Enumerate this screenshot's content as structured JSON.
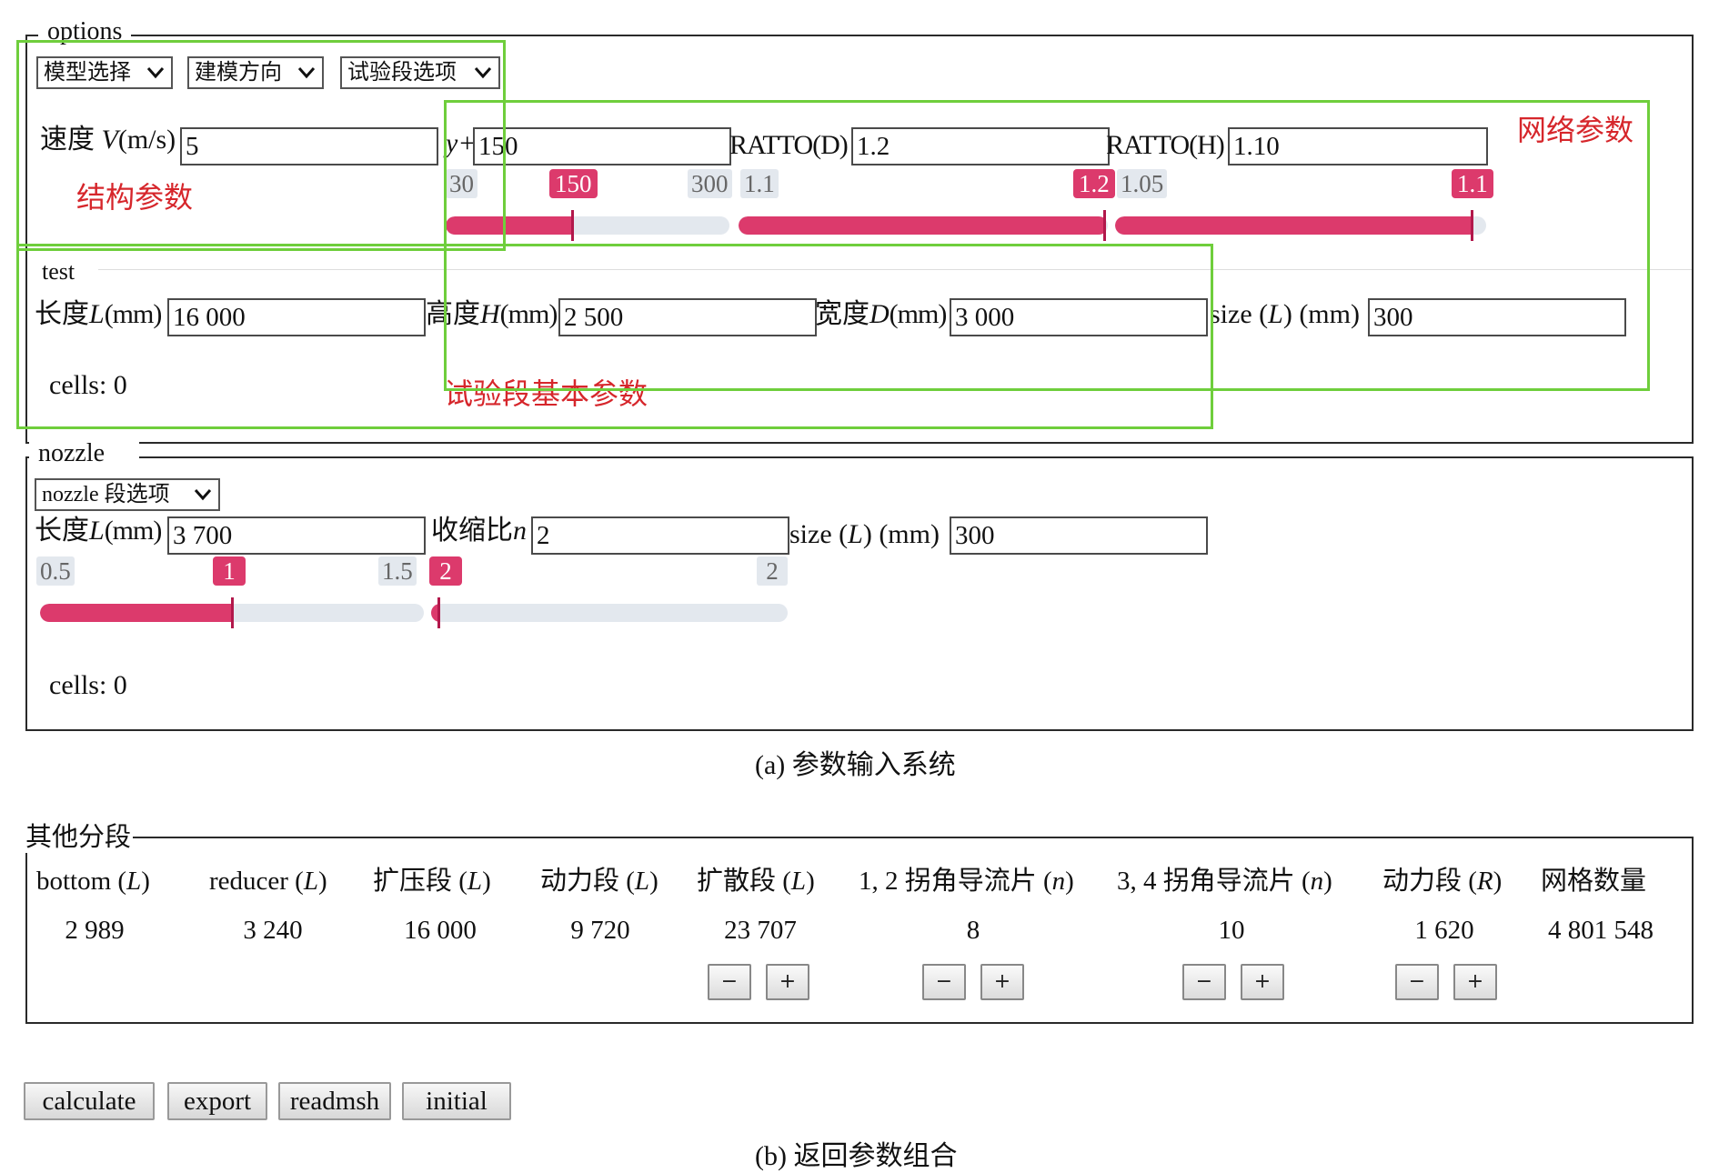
{
  "options": {
    "legend": "options",
    "selects": [
      "模型选择",
      "建模方向",
      "试验段选项"
    ],
    "speed_label": "速度",
    "speed_var": "V",
    "speed_unit": "(m/s)",
    "speed_value": "5",
    "yplus_label": "y+",
    "yplus_value": "150",
    "ratto_d_label": "RATTO(D)",
    "ratto_d_value": "1.2",
    "ratto_h_label": "RATTO(H)",
    "ratto_h_value": "1.10",
    "annotation_structure": "结构参数",
    "annotation_mesh": "网络参数",
    "sliders": [
      {
        "min": "30",
        "max": "300",
        "value": "150",
        "fraction": 0.444
      },
      {
        "min": "1.1",
        "value": "1.2",
        "fraction": 0.99
      },
      {
        "min": "1.05",
        "value": "1.1",
        "fraction": 0.96
      }
    ]
  },
  "test": {
    "legend": "test",
    "length_label": "长度",
    "length_var": "L",
    "length_unit": "(mm)",
    "length_value": "16 000",
    "height_label": "高度",
    "height_var": "H",
    "height_unit": "(mm)",
    "height_value": "2 500",
    "width_label": "宽度",
    "width_var": "D",
    "width_unit": "(mm)",
    "width_value": "3 000",
    "size_label_pre": "size (",
    "size_var": "L",
    "size_label_post": ") (mm)",
    "size_value": "300",
    "cells": "cells: 0",
    "annotation": "试验段基本参数"
  },
  "nozzle": {
    "legend": "nozzle",
    "select": "nozzle 段选项",
    "length_label": "长度",
    "length_var": "L",
    "length_unit": "(mm)",
    "length_value": "3 700",
    "ratio_label": "收缩比",
    "ratio_var": "n",
    "ratio_value": "2",
    "size_label_pre": "size (",
    "size_var": "L",
    "size_label_post": ") (mm)",
    "size_value": "300",
    "cells": "cells: 0",
    "sliders": [
      {
        "min": "0.5",
        "max": "1.5",
        "value": "1",
        "fraction": 0.5
      },
      {
        "value": "2",
        "max": "2",
        "fraction": 0.02
      }
    ]
  },
  "caption_a": "(a) 参数输入系统",
  "other": {
    "legend": "其他分段",
    "headers": [
      {
        "pre": "bottom (",
        "var": "L",
        "post": ")"
      },
      {
        "pre": "reducer (",
        "var": "L",
        "post": ")"
      },
      {
        "pre": "扩压段 (",
        "var": "L",
        "post": ")"
      },
      {
        "pre": "动力段 (",
        "var": "L",
        "post": ")"
      },
      {
        "pre": "扩散段 (",
        "var": "L",
        "post": ")"
      },
      {
        "pre": "1, 2 拐角导流片 (",
        "var": "n",
        "post": ")"
      },
      {
        "pre": "3, 4 拐角导流片 (",
        "var": "n",
        "post": ")"
      },
      {
        "pre": "动力段 (",
        "var": "R",
        "post": ")"
      },
      {
        "pre": "网格数量",
        "var": "",
        "post": ""
      }
    ],
    "values": [
      "2 989",
      "3 240",
      "16 000",
      "9 720",
      "23 707",
      "8",
      "10",
      "1 620",
      "4 801 548"
    ],
    "minus": "−",
    "plus": "+"
  },
  "buttons": [
    "calculate",
    "export",
    "readmsh",
    "initial"
  ],
  "caption_b": "(b) 返回参数组合",
  "colors": {
    "accent": "#dc3a6c",
    "annotation": "#d6262b",
    "highlight_box": "#6fce3c"
  }
}
